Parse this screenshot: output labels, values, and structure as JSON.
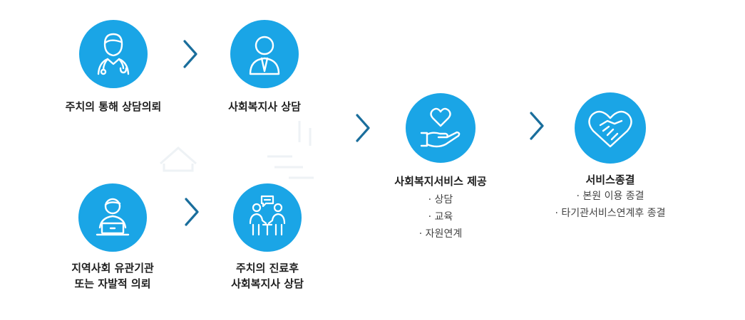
{
  "colors": {
    "accent": "#1aa5e6",
    "arrow": "#1a6e9c"
  },
  "steps": {
    "consult_request": {
      "label": "주치의 통해 상담의뢰",
      "icon": "doctor-icon"
    },
    "social_worker_consult": {
      "label": "사회복지사 상담",
      "icon": "person-icon"
    },
    "community_referral": {
      "line1": "지역사회 유관기관",
      "line2": "또는 자발적 의뢰",
      "icon": "laptop-user-icon"
    },
    "post_treatment_consult": {
      "line1": "주치의 진료후",
      "line2": "사회복지사 상담",
      "icon": "meeting-icon"
    },
    "service_provision": {
      "label": "사회복지서비스 제공",
      "items": [
        "· 상담",
        "· 교육",
        "· 자원연계"
      ],
      "icon": "heart-hand-icon"
    },
    "service_termination": {
      "label": "서비스종결",
      "items": [
        "· 본원 이용 종결",
        "· 타기관서비스연계후 종결"
      ],
      "icon": "handshake-icon"
    }
  }
}
